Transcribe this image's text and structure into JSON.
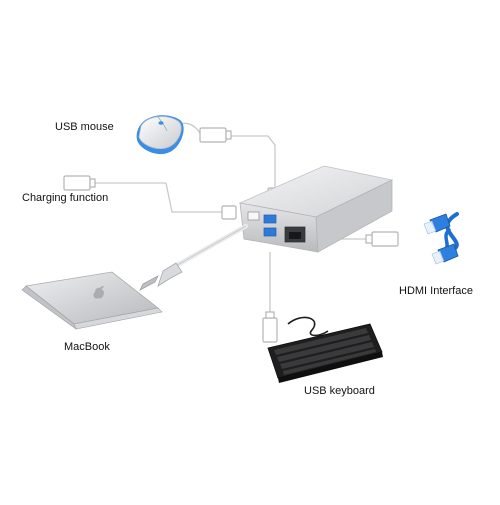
{
  "labels": {
    "usb_mouse": "USB mouse",
    "charging": "Charging function",
    "hdmi": "HDMI Interface",
    "macbook": "MacBook",
    "usb_keyboard": "USB keyboard"
  },
  "colors": {
    "background": "#ffffff",
    "hub_body": "#d9dadc",
    "usb_port_blue": "#2f7ad8",
    "ethernet_cable_blue": "#1f6fd0",
    "connector_line": "#c8c8c8",
    "keyboard": "#1e1e1e",
    "laptop": "#c9cacc"
  },
  "icons": [
    "usb-mouse-icon",
    "laptop-icon",
    "keyboard-icon",
    "ethernet-cable-icon",
    "usb-c-hub-icon",
    "usb-plug-icon"
  ]
}
